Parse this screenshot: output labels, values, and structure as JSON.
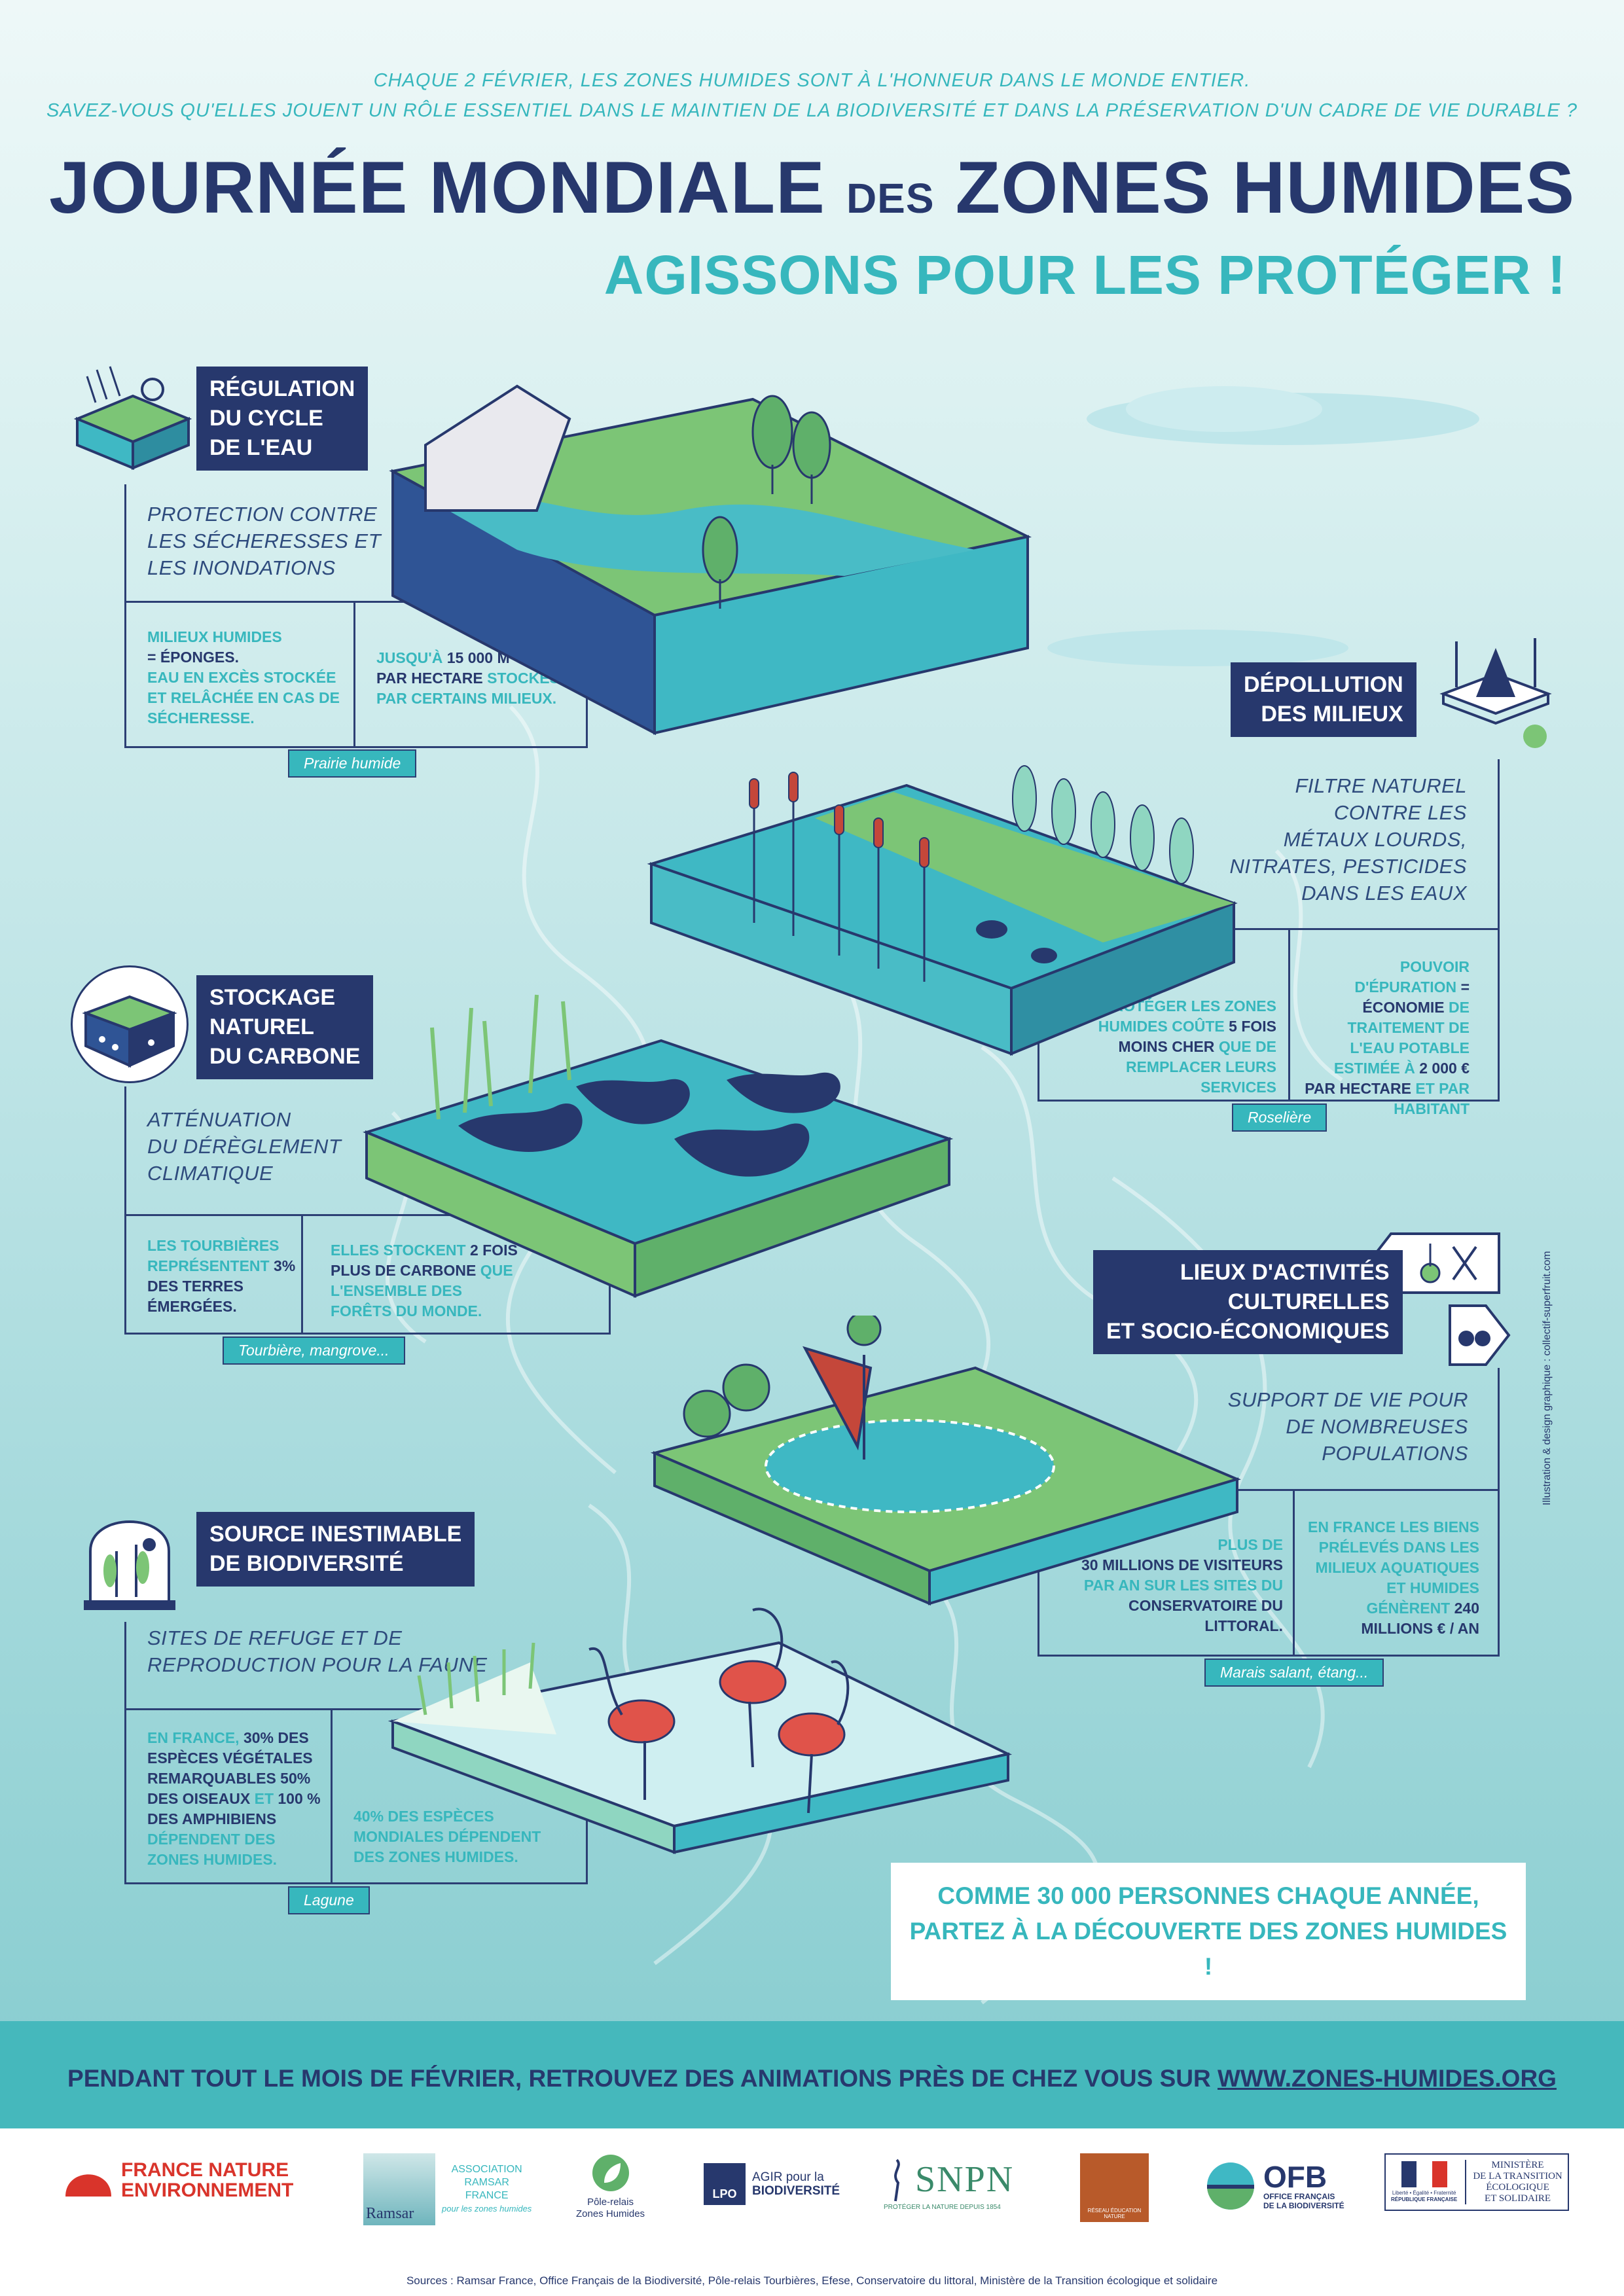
{
  "intro": [
    "CHAQUE 2 FÉVRIER, LES ZONES HUMIDES SONT À L'HONNEUR DANS LE MONDE ENTIER.",
    "SAVEZ-VOUS QU'ELLES JOUENT UN RÔLE ESSENTIEL DANS LE MAINTIEN DE LA BIODIVERSITÉ ET DANS LA PRÉSERVATION D'UN CADRE DE VIE DURABLE ?"
  ],
  "title": {
    "part1": "JOURNÉE MONDIALE",
    "des": "DES",
    "part2": "ZONES HUMIDES"
  },
  "subtitle": "AGISSONS POUR LES PROTÉGER !",
  "sections": {
    "eau": {
      "title": [
        "RÉGULATION",
        "DU CYCLE",
        "DE L'EAU"
      ],
      "desc": [
        "PROTECTION CONTRE",
        "LES SÉCHERESSES ET",
        "LES INONDATIONS"
      ],
      "fact1": {
        "a": "MILIEUX HUMIDES",
        "b": "= ÉPONGES.",
        "c": "EAU EN EXCÈS STOCKÉE ET RELÂCHÉE EN CAS DE SÉCHERESSE."
      },
      "fact2": {
        "a": "JUSQU'À",
        "b": "15 000 M³ D'EAU PAR HECTARE",
        "c": "STOCKÉS PAR CERTAINS MILIEUX."
      },
      "habitat": "Prairie humide"
    },
    "depollution": {
      "title": [
        "DÉPOLLUTION",
        "DES MILIEUX"
      ],
      "desc": [
        "FILTRE NATUREL",
        "CONTRE LES",
        "MÉTAUX LOURDS,",
        "NITRATES, PESTICIDES",
        "DANS LES EAUX"
      ],
      "fact1": {
        "a": "PROTÉGER LES ZONES HUMIDES COÛTE",
        "b": "5 FOIS MOINS CHER",
        "c": "QUE DE REMPLACER LEURS SERVICES"
      },
      "fact2": {
        "a": "POUVOIR D'ÉPURATION",
        "b": "= ÉCONOMIE",
        "c": "DE TRAITEMENT DE L'EAU POTABLE ESTIMÉE À",
        "d": "2 000 € PAR HECTARE",
        "e": "ET PAR HABITANT"
      },
      "habitat": "Roselière"
    },
    "carbone": {
      "title": [
        "STOCKAGE",
        "NATUREL",
        "DU CARBONE"
      ],
      "desc": [
        "ATTÉNUATION",
        "DU DÉRÈGLEMENT",
        "CLIMATIQUE"
      ],
      "fact1": {
        "a": "LES TOURBIÈRES REPRÉSENTENT",
        "b": "3% DES TERRES ÉMERGÉES."
      },
      "fact2": {
        "a": "ELLES STOCKENT",
        "b": "2 FOIS PLUS DE CARBONE",
        "c": "QUE L'ENSEMBLE DES FORÊTS DU MONDE."
      },
      "habitat": "Tourbière, mangrove..."
    },
    "activites": {
      "title": [
        "LIEUX D'ACTIVITÉS",
        "CULTURELLES",
        "ET SOCIO-ÉCONOMIQUES"
      ],
      "desc": [
        "SUPPORT DE VIE POUR",
        "DE NOMBREUSES",
        "POPULATIONS"
      ],
      "fact1": {
        "a": "PLUS DE",
        "b": "30 MILLIONS DE VISITEURS",
        "c": "PAR AN SUR LES SITES DU",
        "d": "CONSERVATOIRE DU LITTORAL."
      },
      "fact2": {
        "a": "EN FRANCE LES BIENS PRÉLEVÉS DANS LES MILIEUX AQUATIQUES ET HUMIDES GÉNÈRENT",
        "b": "240 MILLIONS € / AN"
      },
      "habitat": "Marais salant, étang..."
    },
    "biodiversite": {
      "title": [
        "SOURCE INESTIMABLE",
        "DE BIODIVERSITÉ"
      ],
      "desc": [
        "SITES DE REFUGE ET DE",
        "REPRODUCTION POUR LA FAUNE"
      ],
      "fact1": {
        "a": "EN FRANCE,",
        "b": "30% DES ESPÈCES VÉGÉTALES REMARQUABLES",
        "c": "50% DES OISEAUX",
        "d": "ET",
        "e": "100 % DES AMPHIBIENS",
        "f": "DÉPENDENT DES ZONES HUMIDES."
      },
      "fact2": {
        "a": "40% DES ESPÈCES MONDIALES DÉPENDENT DES ZONES HUMIDES."
      },
      "habitat": "Lagune"
    }
  },
  "cta": [
    "COMME 30 000 PERSONNES CHAQUE ANNÉE,",
    "PARTEZ À LA DÉCOUVERTE DES ZONES HUMIDES !"
  ],
  "band": {
    "text": "PENDANT TOUT LE MOIS DE FÉVRIER, RETROUVEZ DES ANIMATIONS PRÈS DE CHEZ VOUS SUR",
    "url": "WWW.ZONES-HUMIDES.ORG"
  },
  "credit": "Illustration & design graphique : collectif-superfruit.com",
  "logos": {
    "fne": [
      "FRANCE NATURE",
      "ENVIRONNEMENT"
    ],
    "ramsar": [
      "ASSOCIATION",
      "RAMSAR",
      "FRANCE",
      "pour les zones humides"
    ],
    "ramsar_word": "Ramsar",
    "pole": [
      "Pôle-relais",
      "Zones Humides"
    ],
    "lpo_mark": "LPO",
    "lpo": [
      "AGIR pour la",
      "BIODIVERSITÉ"
    ],
    "snpn": "SNPN",
    "snpn_sub": "PROTÉGER LA NATURE DEPUIS 1854",
    "reseau": "RÉSEAU ÉDUCATION NATURE",
    "ofb": "OFB",
    "ofb_sub": [
      "OFFICE FRANÇAIS",
      "DE LA BIODIVERSITÉ"
    ],
    "rf": [
      "Liberté • Égalité • Fraternité",
      "RÉPUBLIQUE FRANÇAISE"
    ],
    "ministere": [
      "MINISTÈRE",
      "DE LA TRANSITION",
      "ÉCOLOGIQUE",
      "ET SOLIDAIRE"
    ]
  },
  "sources": "Sources : Ramsar France, Office Français de la Biodiversité, Pôle-relais Tourbières, Efese, Conservatoire du littoral, Ministère de la Transition écologique et solidaire",
  "colors": {
    "navy": "#27386d",
    "teal": "#37b7bd",
    "green": "#7cc576",
    "water": "#3fb8c4"
  }
}
